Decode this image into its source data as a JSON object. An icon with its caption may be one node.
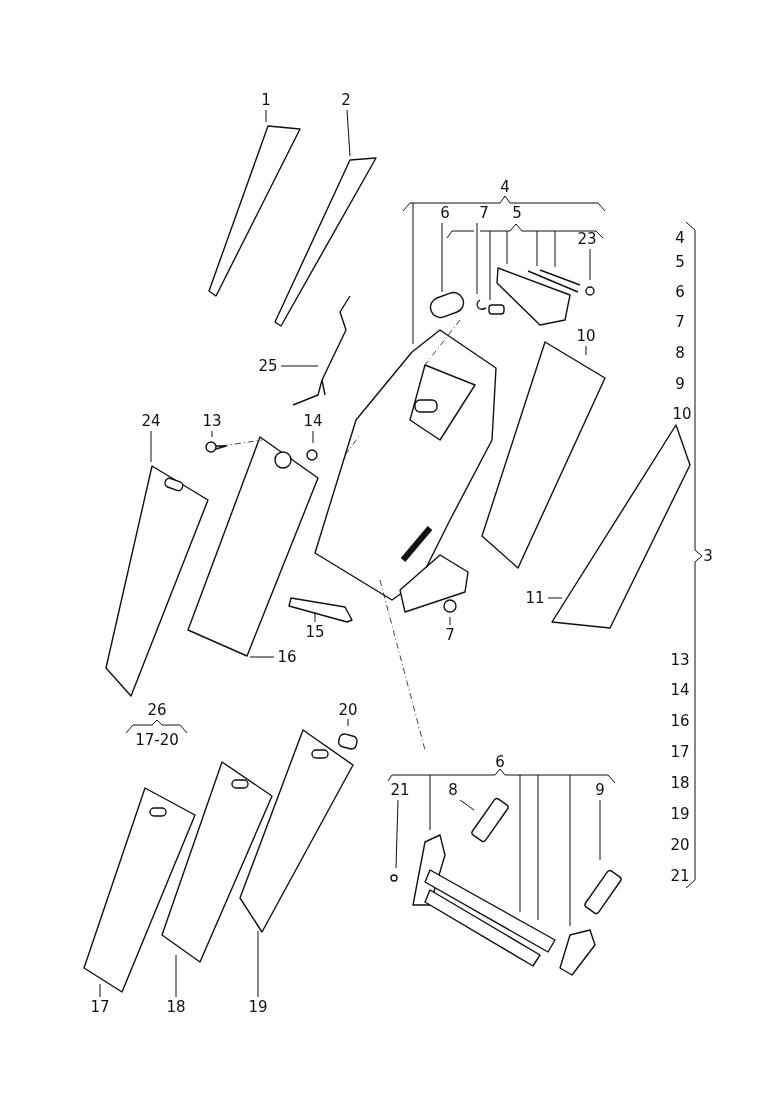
{
  "diagram": {
    "nodes": [
      {
        "text": [
          "1"
        ]
      },
      {
        "text": [
          "2"
        ]
      },
      {
        "text": [
          "4"
        ]
      },
      {
        "text": [
          "6"
        ]
      },
      {
        "text": [
          "7"
        ]
      },
      {
        "text": [
          "5"
        ]
      },
      {
        "text": [
          "23"
        ]
      },
      {
        "text": [
          "10"
        ]
      },
      {
        "text": [
          "25"
        ]
      },
      {
        "text": [
          "24"
        ]
      },
      {
        "text": [
          "13"
        ]
      },
      {
        "text": [
          "14"
        ]
      },
      {
        "text": [
          "11"
        ]
      },
      {
        "text": [
          "15"
        ]
      },
      {
        "text": [
          "7"
        ]
      },
      {
        "text": [
          "16"
        ]
      },
      {
        "text": [
          "20"
        ]
      },
      {
        "text": [
          "6"
        ]
      },
      {
        "text": [
          "21"
        ]
      },
      {
        "text": [
          "8"
        ]
      },
      {
        "text": [
          "9"
        ]
      },
      {
        "text": [
          "17"
        ]
      },
      {
        "text": [
          "18"
        ]
      },
      {
        "text": [
          "19"
        ]
      }
    ],
    "edges": [
      {
        "from": 0,
        "to": null,
        "arrow": "none"
      },
      {
        "from": 1,
        "to": null,
        "arrow": "none"
      },
      {
        "from": 2,
        "to": null,
        "arrow": "none"
      },
      {
        "from": 3,
        "to": null,
        "arrow": "none"
      },
      {
        "from": 4,
        "to": null,
        "arrow": "none"
      },
      {
        "from": 5,
        "to": null,
        "arrow": "none"
      },
      {
        "from": 6,
        "to": null,
        "arrow": "none"
      },
      {
        "from": 7,
        "to": null,
        "arrow": "none"
      },
      {
        "from": 8,
        "to": null,
        "arrow": "none"
      },
      {
        "from": 9,
        "to": null,
        "arrow": "none"
      },
      {
        "from": 10,
        "to": null,
        "arrow": "none"
      },
      {
        "from": 11,
        "to": null,
        "arrow": "none"
      },
      {
        "from": 12,
        "to": null,
        "arrow": "none"
      },
      {
        "from": 13,
        "to": null,
        "arrow": "none"
      },
      {
        "from": 14,
        "to": null,
        "arrow": "none"
      },
      {
        "from": 15,
        "to": null,
        "arrow": "none"
      },
      {
        "from": 16,
        "to": null,
        "arrow": "none"
      },
      {
        "from": 17,
        "to": null,
        "arrow": "none"
      },
      {
        "from": 18,
        "to": null,
        "arrow": "none"
      },
      {
        "from": 19,
        "to": null,
        "arrow": "none"
      },
      {
        "from": 20,
        "to": null,
        "arrow": "none"
      },
      {
        "from": 21,
        "to": null,
        "arrow": "none"
      },
      {
        "from": 22,
        "to": null,
        "arrow": "none"
      },
      {
        "from": 23,
        "to": null,
        "arrow": "none"
      }
    ],
    "labels": [
      "4",
      "5",
      "6",
      "7",
      "8",
      "9",
      "10",
      "3",
      "13",
      "14",
      "16",
      "17",
      "18",
      "19",
      "20",
      "21",
      "26",
      "17-20"
    ]
  }
}
